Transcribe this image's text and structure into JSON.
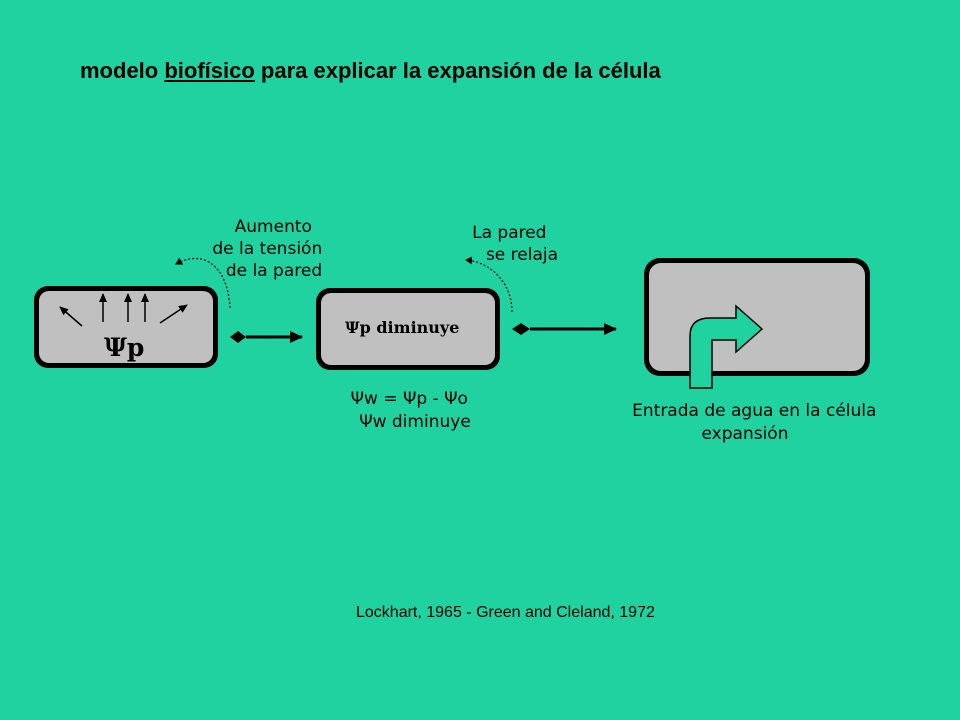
{
  "title": {
    "before": "modelo ",
    "underlined": "biofísico",
    "after": " para explicar la expansión de la célula"
  },
  "diagram": {
    "cell1": {
      "label": "Ψp"
    },
    "label_tension": [
      "Aumento",
      "de la tensión",
      "de la pared"
    ],
    "cell2": {
      "label": "Ψp diminuye"
    },
    "label_relax": [
      "La pared",
      "se relaja"
    ],
    "equation": [
      "Ψw = Ψp - Ψo",
      "Ψw diminuye"
    ],
    "label_entry": [
      "Entrada de agua en la célula",
      "expansión"
    ]
  },
  "citation": "Lockhart, 1965 - Green and Cleland, 1972",
  "colors": {
    "background": "#1fd2a0",
    "cell_fill": "#c0c0c0",
    "outline": "#000000",
    "arrow_fill": "#1fd2a0"
  }
}
